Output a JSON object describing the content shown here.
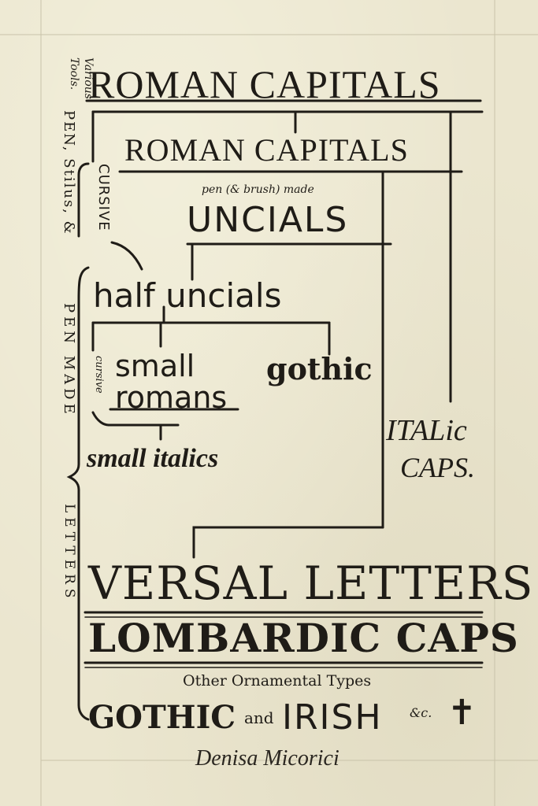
{
  "headings": {
    "roman_capitals_top": "ROMAN CAPITALS",
    "roman_capitals_pen": "ROMAN CAPITALS",
    "pen_brush_note": "pen (& brush) made",
    "uncials": "UNCIALS",
    "half_uncials": "half uncials",
    "small": "small",
    "romans": "romans",
    "gothic": "gothic",
    "small_italics": "small italics",
    "italic": "ITALic",
    "caps": "CAPS.",
    "versal_letters": "VERSAL LETTERS",
    "lombardic_caps": "LOMBARDIC CAPS",
    "other_ornamental": "Other Ornamental Types",
    "gothic_caps": "GOTHIC",
    "and": "and",
    "irish": "IRISH",
    "etc": "&c.",
    "cross": "✝"
  },
  "side_labels": {
    "various": "Various",
    "tools": "Tools.",
    "pen_stilus": "PEN, Stilus, &",
    "cursive_upper": "CURSIVE",
    "pen_made": "PEN MADE",
    "letters": "LETTERS",
    "cursive_lower": "cursive"
  },
  "signature": "Denisa Micorici",
  "colors": {
    "paper": "#ebe6cf",
    "ink": "#1f1c17"
  }
}
